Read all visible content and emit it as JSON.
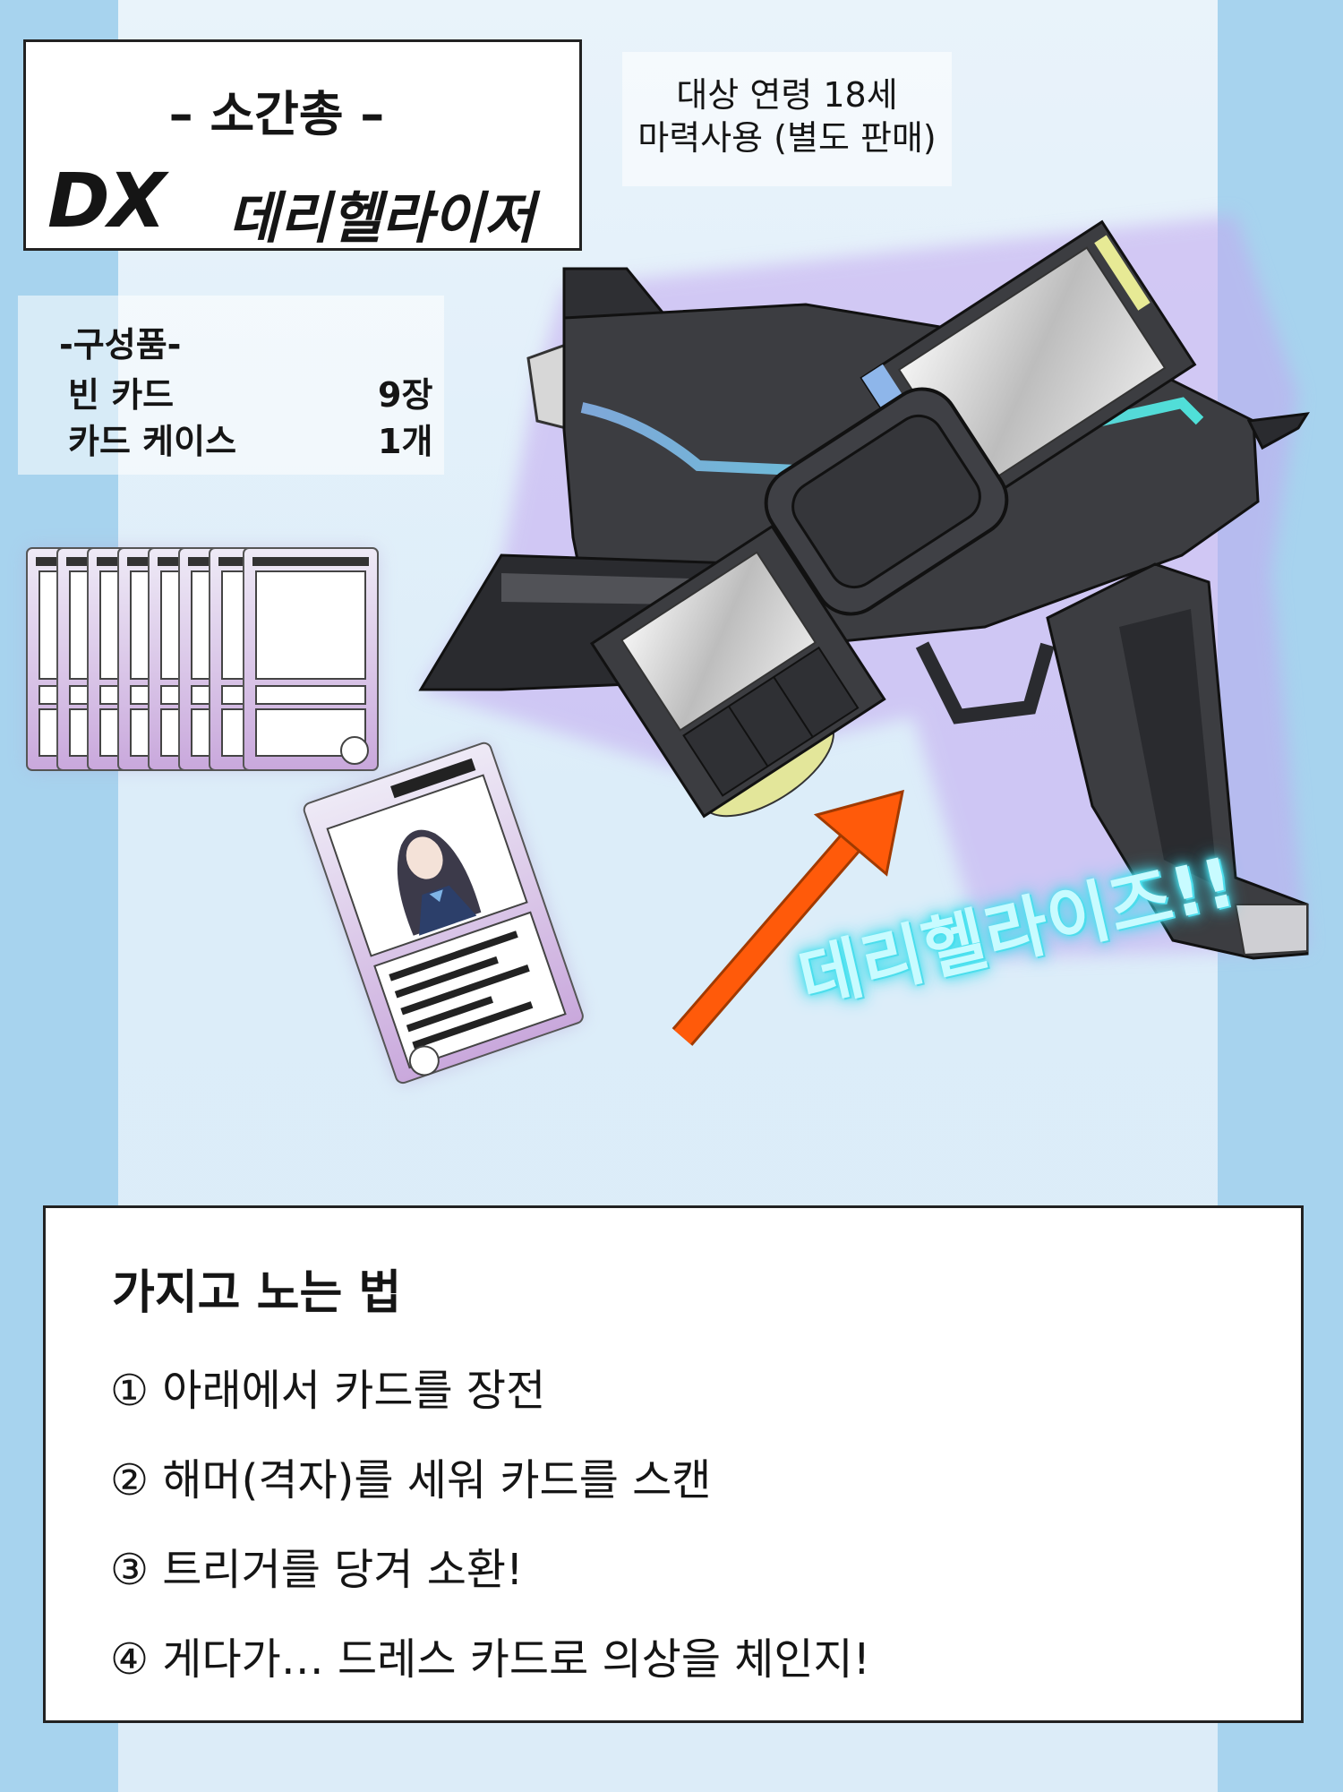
{
  "title": {
    "kor": "– 소간총 –",
    "dx": "DX",
    "name": "데리헬라이저"
  },
  "age_notice": {
    "line1": "대상 연령 18세",
    "line2": "마력사용 (별도 판매)"
  },
  "contents": {
    "title": "-구성품-",
    "items": [
      {
        "name": "빈 카드",
        "qty": "9장"
      },
      {
        "name": "카드 케이스",
        "qty": "1개"
      }
    ]
  },
  "sound_effect": "데리헬라이즈!!",
  "howto": {
    "title": "가지고 노는 법",
    "steps": [
      "① 아래에서 카드를 장전",
      "② 해머(격자)를 세워 카드를 스캔",
      "③ 트리거를 당겨 소환!",
      "④ 게다가… 드레스 카드로 의상을 체인지!"
    ]
  },
  "colors": {
    "outer_blue": "#a7d3ee",
    "arrow": "#ff5a0a",
    "gun_body": "#3c3d41",
    "glow": "#4be3f0"
  }
}
